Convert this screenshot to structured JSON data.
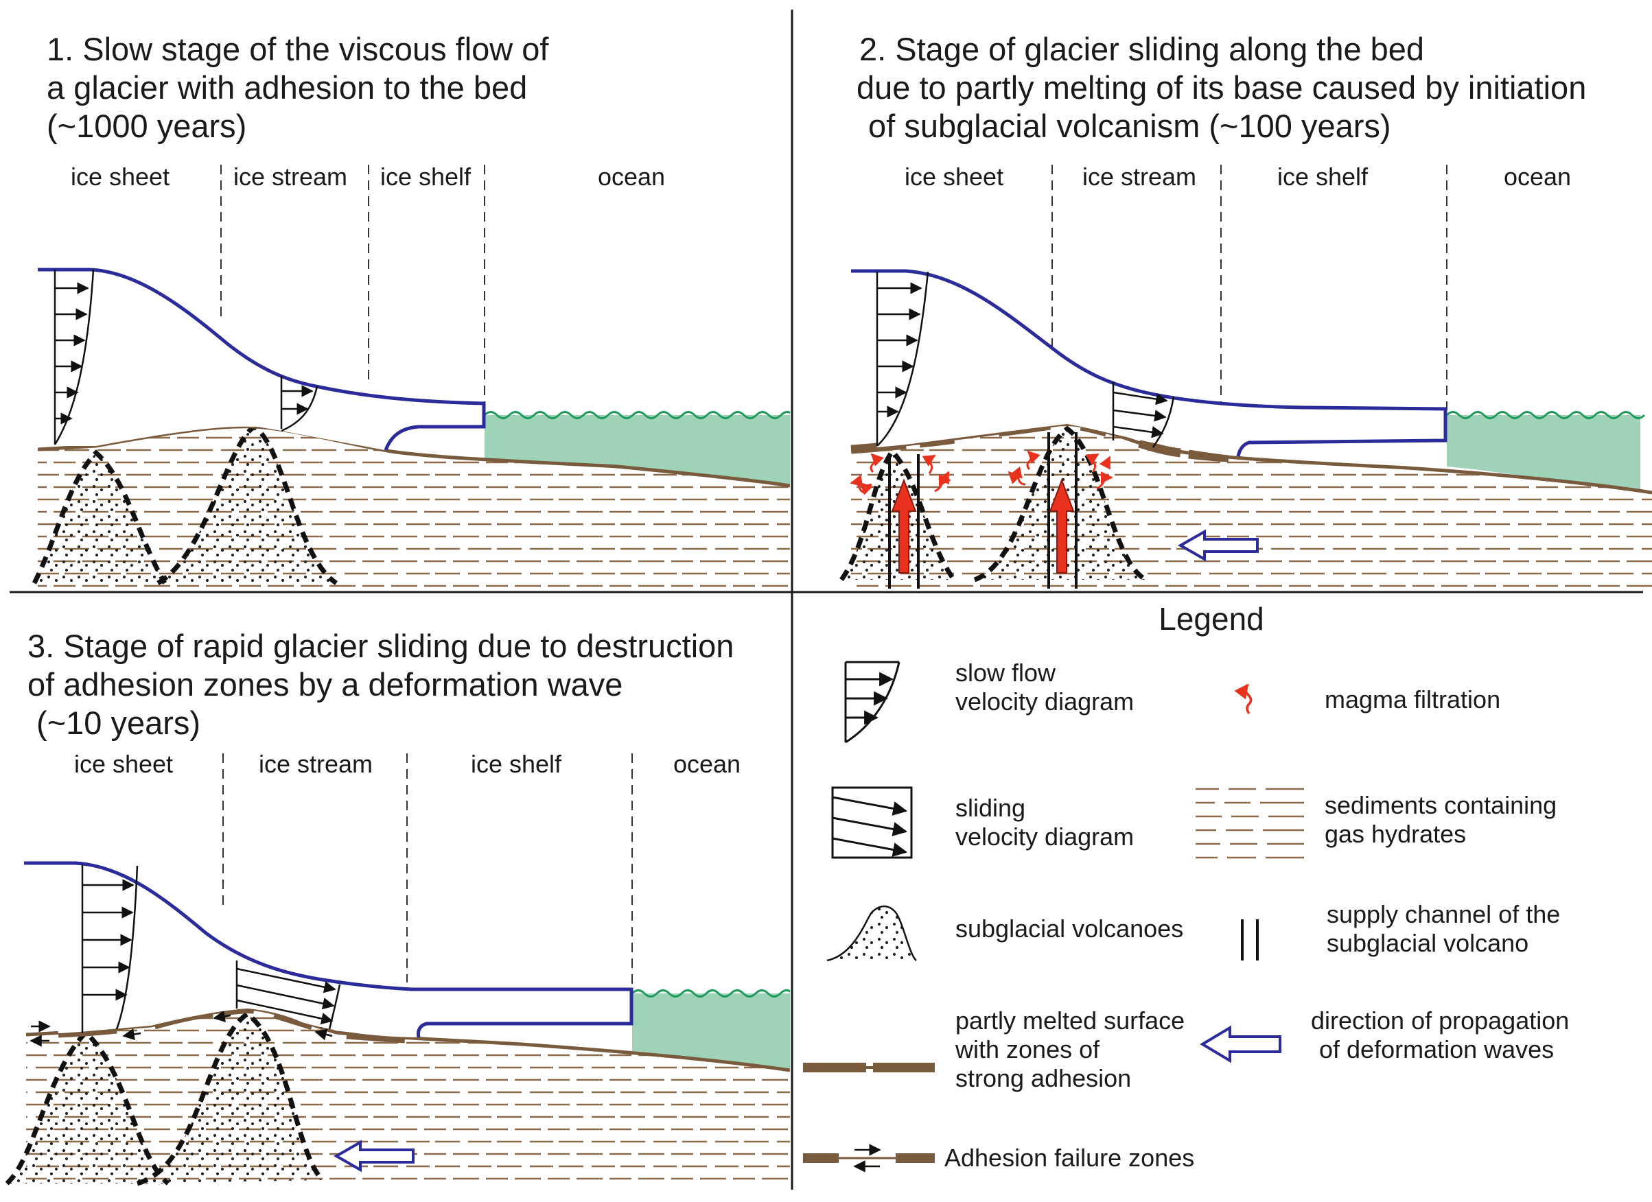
{
  "panels": [
    {
      "title_lines": [
        "1. Slow stage of the viscous flow of",
        "a glacier with adhesion to the bed",
        "(~1000 years)"
      ],
      "zones": [
        "ice sheet",
        "ice stream",
        "ice shelf",
        "ocean"
      ]
    },
    {
      "title_lines": [
        "2. Stage of  glacier sliding along the bed",
        "due to partly melting of its base caused by initiation",
        " of subglacial volcanism (~100 years)"
      ],
      "zones": [
        "ice sheet",
        "ice stream",
        "ice shelf",
        "ocean"
      ]
    },
    {
      "title_lines": [
        "3. Stage of rapid glacier sliding due to destruction",
        "of adhesion zones by a deformation wave",
        " (~10 years)"
      ],
      "zones": [
        "ice sheet",
        "ice stream",
        "ice shelf",
        "ocean"
      ]
    }
  ],
  "legend": {
    "title": "Legend",
    "items": [
      {
        "key": "slow_flow",
        "icon": "slow-flow-velocity-icon",
        "lines": [
          "slow flow",
          "velocity diagram"
        ]
      },
      {
        "key": "magma",
        "icon": "magma-filtration-icon",
        "lines": [
          "magma filtration"
        ]
      },
      {
        "key": "sliding",
        "icon": "sliding-velocity-icon",
        "lines": [
          "sliding",
          "velocity diagram"
        ]
      },
      {
        "key": "sediments",
        "icon": "sediments-icon",
        "lines": [
          "sediments containing",
          "gas hydrates"
        ]
      },
      {
        "key": "volcanoes",
        "icon": "subglacial-volcano-icon",
        "lines": [
          "subglacial volcanoes"
        ]
      },
      {
        "key": "channel",
        "icon": "supply-channel-icon",
        "lines": [
          "supply channel of the",
          "subglacial volcano"
        ]
      },
      {
        "key": "melted",
        "icon": "partly-melted-surface-icon",
        "lines": [
          "partly melted surface",
          "with zones of",
          "strong adhesion"
        ]
      },
      {
        "key": "direction",
        "icon": "deformation-direction-arrow-icon",
        "lines": [
          "direction of propagation",
          "of deformation waves"
        ]
      },
      {
        "key": "failure",
        "icon": "adhesion-failure-icon",
        "lines": [
          "Adhesion failure zones"
        ]
      }
    ]
  },
  "colors": {
    "ice_outline": "#2b2b9b",
    "bed": "#7a5a3c",
    "ocean": "#9fd3b8",
    "ocean_wave": "#1f9a5a",
    "sediment": "#8b6a4a",
    "magma": "#e8321e",
    "text": "#1a1a1a"
  }
}
